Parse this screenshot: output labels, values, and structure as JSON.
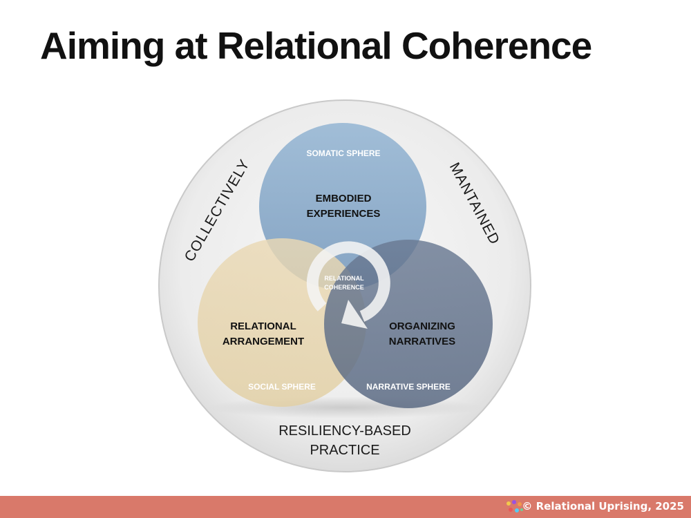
{
  "title": "Aiming at Relational Coherence",
  "diagram": {
    "outer_labels": {
      "left": "COLLECTIVELY",
      "right": "MANTAINED",
      "bottom_line1": "RESILIENCY-BASED",
      "bottom_line2": "PRACTICE"
    },
    "top_circle": {
      "sphere": "SOMATIC SPHERE",
      "line1": "EMBODIED",
      "line2": "EXPERIENCES",
      "color": "#8fb0cf"
    },
    "left_circle": {
      "sphere": "SOCIAL SPHERE",
      "line1": "RELATIONAL",
      "line2": "ARRANGEMENT",
      "color": "#e8d6b0"
    },
    "right_circle": {
      "sphere": "NARRATIVE SPHERE",
      "line1": "ORGANIZING",
      "line2": "NARRATIVES",
      "color": "#5e6e88"
    },
    "center": {
      "line1": "RELATIONAL",
      "line2": "COHERENCE"
    }
  },
  "footer": {
    "text": "© Relational Uprising, 2025",
    "color": "#d9796a"
  }
}
